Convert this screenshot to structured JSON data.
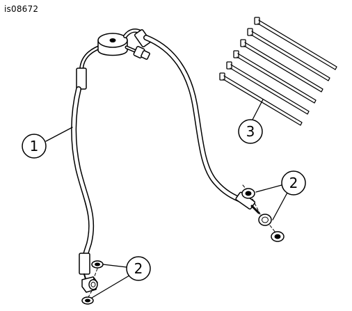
{
  "figure_id": "is08672",
  "callouts": [
    {
      "id": "hose",
      "number": "1"
    },
    {
      "id": "washers-front",
      "number": "2"
    },
    {
      "id": "washers-rear",
      "number": "2"
    },
    {
      "id": "cable-ties",
      "number": "3"
    }
  ]
}
